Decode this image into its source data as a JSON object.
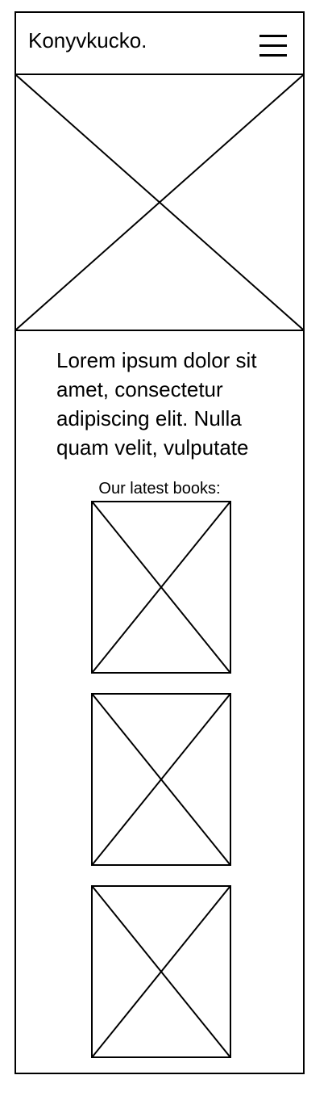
{
  "header": {
    "brand": "Konyvkucko.",
    "menu_icon": "hamburger-menu-icon"
  },
  "hero": {
    "image_icon": "image-placeholder-icon"
  },
  "intro": {
    "text": "Lorem ipsum dolor sit amet, consectetur adipiscing elit. Nulla quam velit, vulputate"
  },
  "latest_books": {
    "title": "Our latest books:",
    "items": [
      {
        "image_icon": "image-placeholder-icon"
      },
      {
        "image_icon": "image-placeholder-icon"
      },
      {
        "image_icon": "image-placeholder-icon"
      }
    ]
  }
}
